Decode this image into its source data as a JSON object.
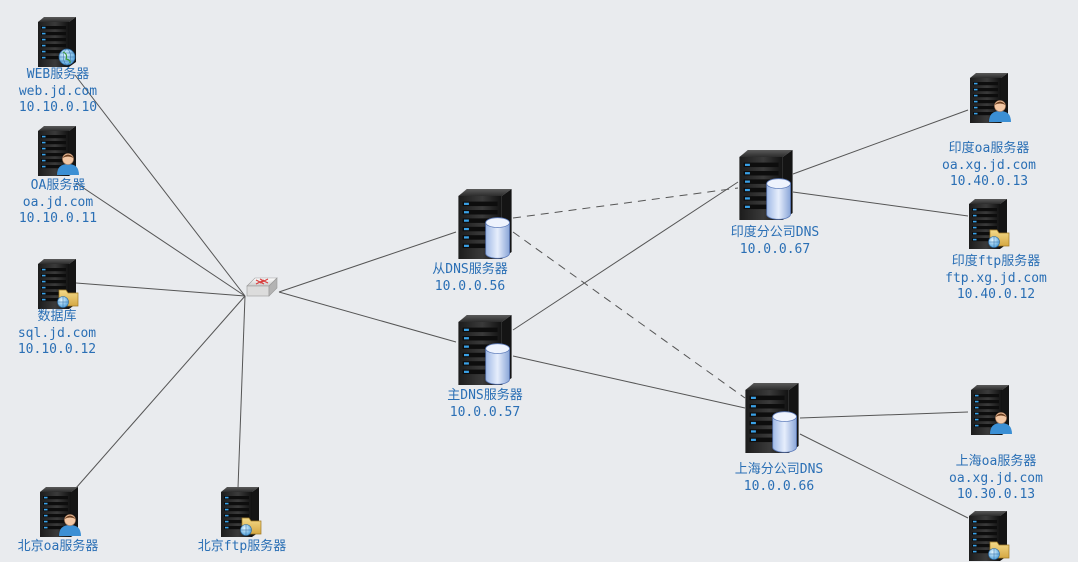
{
  "colors": {
    "background": "#e9ebee",
    "label": "#2a6fb5",
    "link": "#555555"
  },
  "nodes": [
    {
      "id": "web",
      "icon": "server-web-icon",
      "lines": [
        "WEB服务器",
        "web.jd.com",
        "10.10.0.10"
      ]
    },
    {
      "id": "oa",
      "icon": "server-user-icon",
      "lines": [
        "OA服务器",
        "oa.jd.com",
        "10.10.0.11"
      ]
    },
    {
      "id": "db",
      "icon": "server-folder-icon",
      "lines": [
        "数据库",
        "sql.jd.com",
        "10.10.0.12"
      ]
    },
    {
      "id": "bj-oa",
      "icon": "server-user-icon",
      "lines": [
        "北京oa服务器"
      ]
    },
    {
      "id": "bj-ftp",
      "icon": "server-folder-icon",
      "lines": [
        "北京ftp服务器"
      ]
    },
    {
      "id": "switch",
      "icon": "switch-icon",
      "lines": []
    },
    {
      "id": "slave-dns",
      "icon": "server-database-icon",
      "lines": [
        "从DNS服务器",
        "10.0.0.56"
      ]
    },
    {
      "id": "master-dns",
      "icon": "server-database-icon",
      "lines": [
        "主DNS服务器",
        "10.0.0.57"
      ]
    },
    {
      "id": "in-dns",
      "icon": "server-database-icon",
      "lines": [
        "印度分公司DNS",
        "10.0.0.67"
      ]
    },
    {
      "id": "sh-dns",
      "icon": "server-database-icon",
      "lines": [
        "上海分公司DNS",
        "10.0.0.66"
      ]
    },
    {
      "id": "in-oa",
      "icon": "server-user-icon",
      "lines": [
        "印度oa服务器",
        "oa.xg.jd.com",
        "10.40.0.13"
      ]
    },
    {
      "id": "in-ftp",
      "icon": "server-folder-icon",
      "lines": [
        "印度ftp服务器",
        "ftp.xg.jd.com",
        "10.40.0.12"
      ]
    },
    {
      "id": "sh-oa",
      "icon": "server-user-icon",
      "lines": [
        "上海oa服务器",
        "oa.xg.jd.com",
        "10.30.0.13"
      ]
    },
    {
      "id": "sh-ftp",
      "icon": "server-folder-icon",
      "lines": []
    }
  ],
  "links": [
    {
      "from": "switch",
      "to": "web",
      "style": "solid"
    },
    {
      "from": "switch",
      "to": "oa",
      "style": "solid"
    },
    {
      "from": "switch",
      "to": "db",
      "style": "solid"
    },
    {
      "from": "switch",
      "to": "bj-oa",
      "style": "solid"
    },
    {
      "from": "switch",
      "to": "bj-ftp",
      "style": "solid"
    },
    {
      "from": "switch",
      "to": "slave-dns",
      "style": "solid"
    },
    {
      "from": "switch",
      "to": "master-dns",
      "style": "solid"
    },
    {
      "from": "master-dns",
      "to": "in-dns",
      "style": "solid"
    },
    {
      "from": "master-dns",
      "to": "sh-dns",
      "style": "solid"
    },
    {
      "from": "slave-dns",
      "to": "in-dns",
      "style": "dashed"
    },
    {
      "from": "slave-dns",
      "to": "sh-dns",
      "style": "dashed"
    },
    {
      "from": "in-dns",
      "to": "in-oa",
      "style": "solid"
    },
    {
      "from": "in-dns",
      "to": "in-ftp",
      "style": "solid"
    },
    {
      "from": "sh-dns",
      "to": "sh-oa",
      "style": "solid"
    },
    {
      "from": "sh-dns",
      "to": "sh-ftp",
      "style": "solid"
    }
  ]
}
